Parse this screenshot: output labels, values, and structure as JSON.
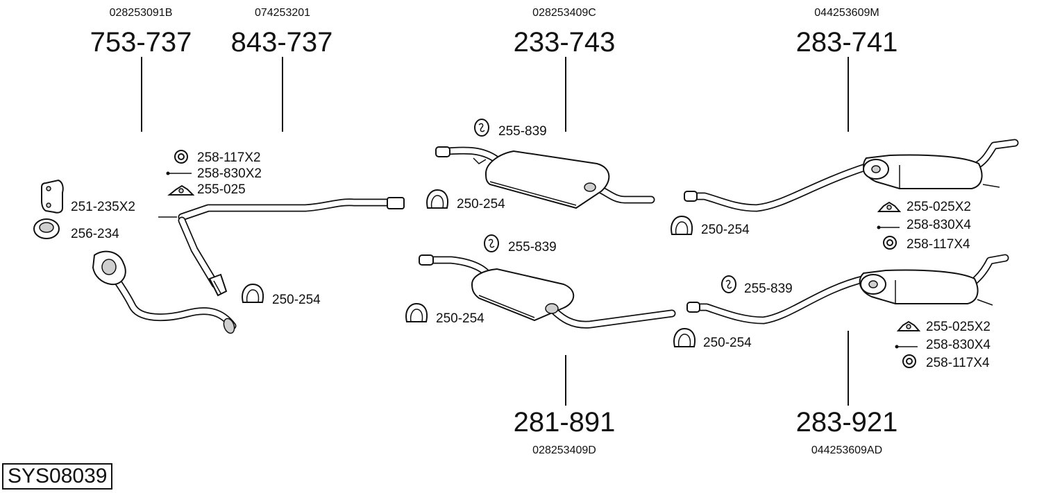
{
  "system_code": "SYS08039",
  "parts": [
    {
      "oem": "028253091B",
      "number": "753-737"
    },
    {
      "oem": "074253201",
      "number": "843-737"
    },
    {
      "oem": "028253409C",
      "number": "233-743"
    },
    {
      "oem": "044253609M",
      "number": "283-741"
    },
    {
      "oem": "028253409D",
      "number": "281-891"
    },
    {
      "oem": "044253609AD",
      "number": "283-921"
    }
  ],
  "accessories": {
    "front_ring": "258-117X2",
    "front_bolt": "258-830X2",
    "front_hanger": "255-025",
    "gasket_bracket": "251-235X2",
    "gasket_ring": "256-234",
    "clamp_front": "250-254",
    "rubber_top_mid": "255-839",
    "clamp_top_mid": "250-254",
    "rubber_bot_mid": "255-839",
    "clamp_bot_mid": "250-254",
    "clamp_top_rear": "250-254",
    "hanger_top_rear": "255-025X2",
    "bolt_top_rear": "258-830X4",
    "ring_top_rear": "258-117X4",
    "rubber_bot_rear": "255-839",
    "clamp_bot_rear": "250-254",
    "hanger_bot_rear": "255-025X2",
    "bolt_bot_rear": "258-830X4",
    "ring_bot_rear": "258-117X4"
  }
}
